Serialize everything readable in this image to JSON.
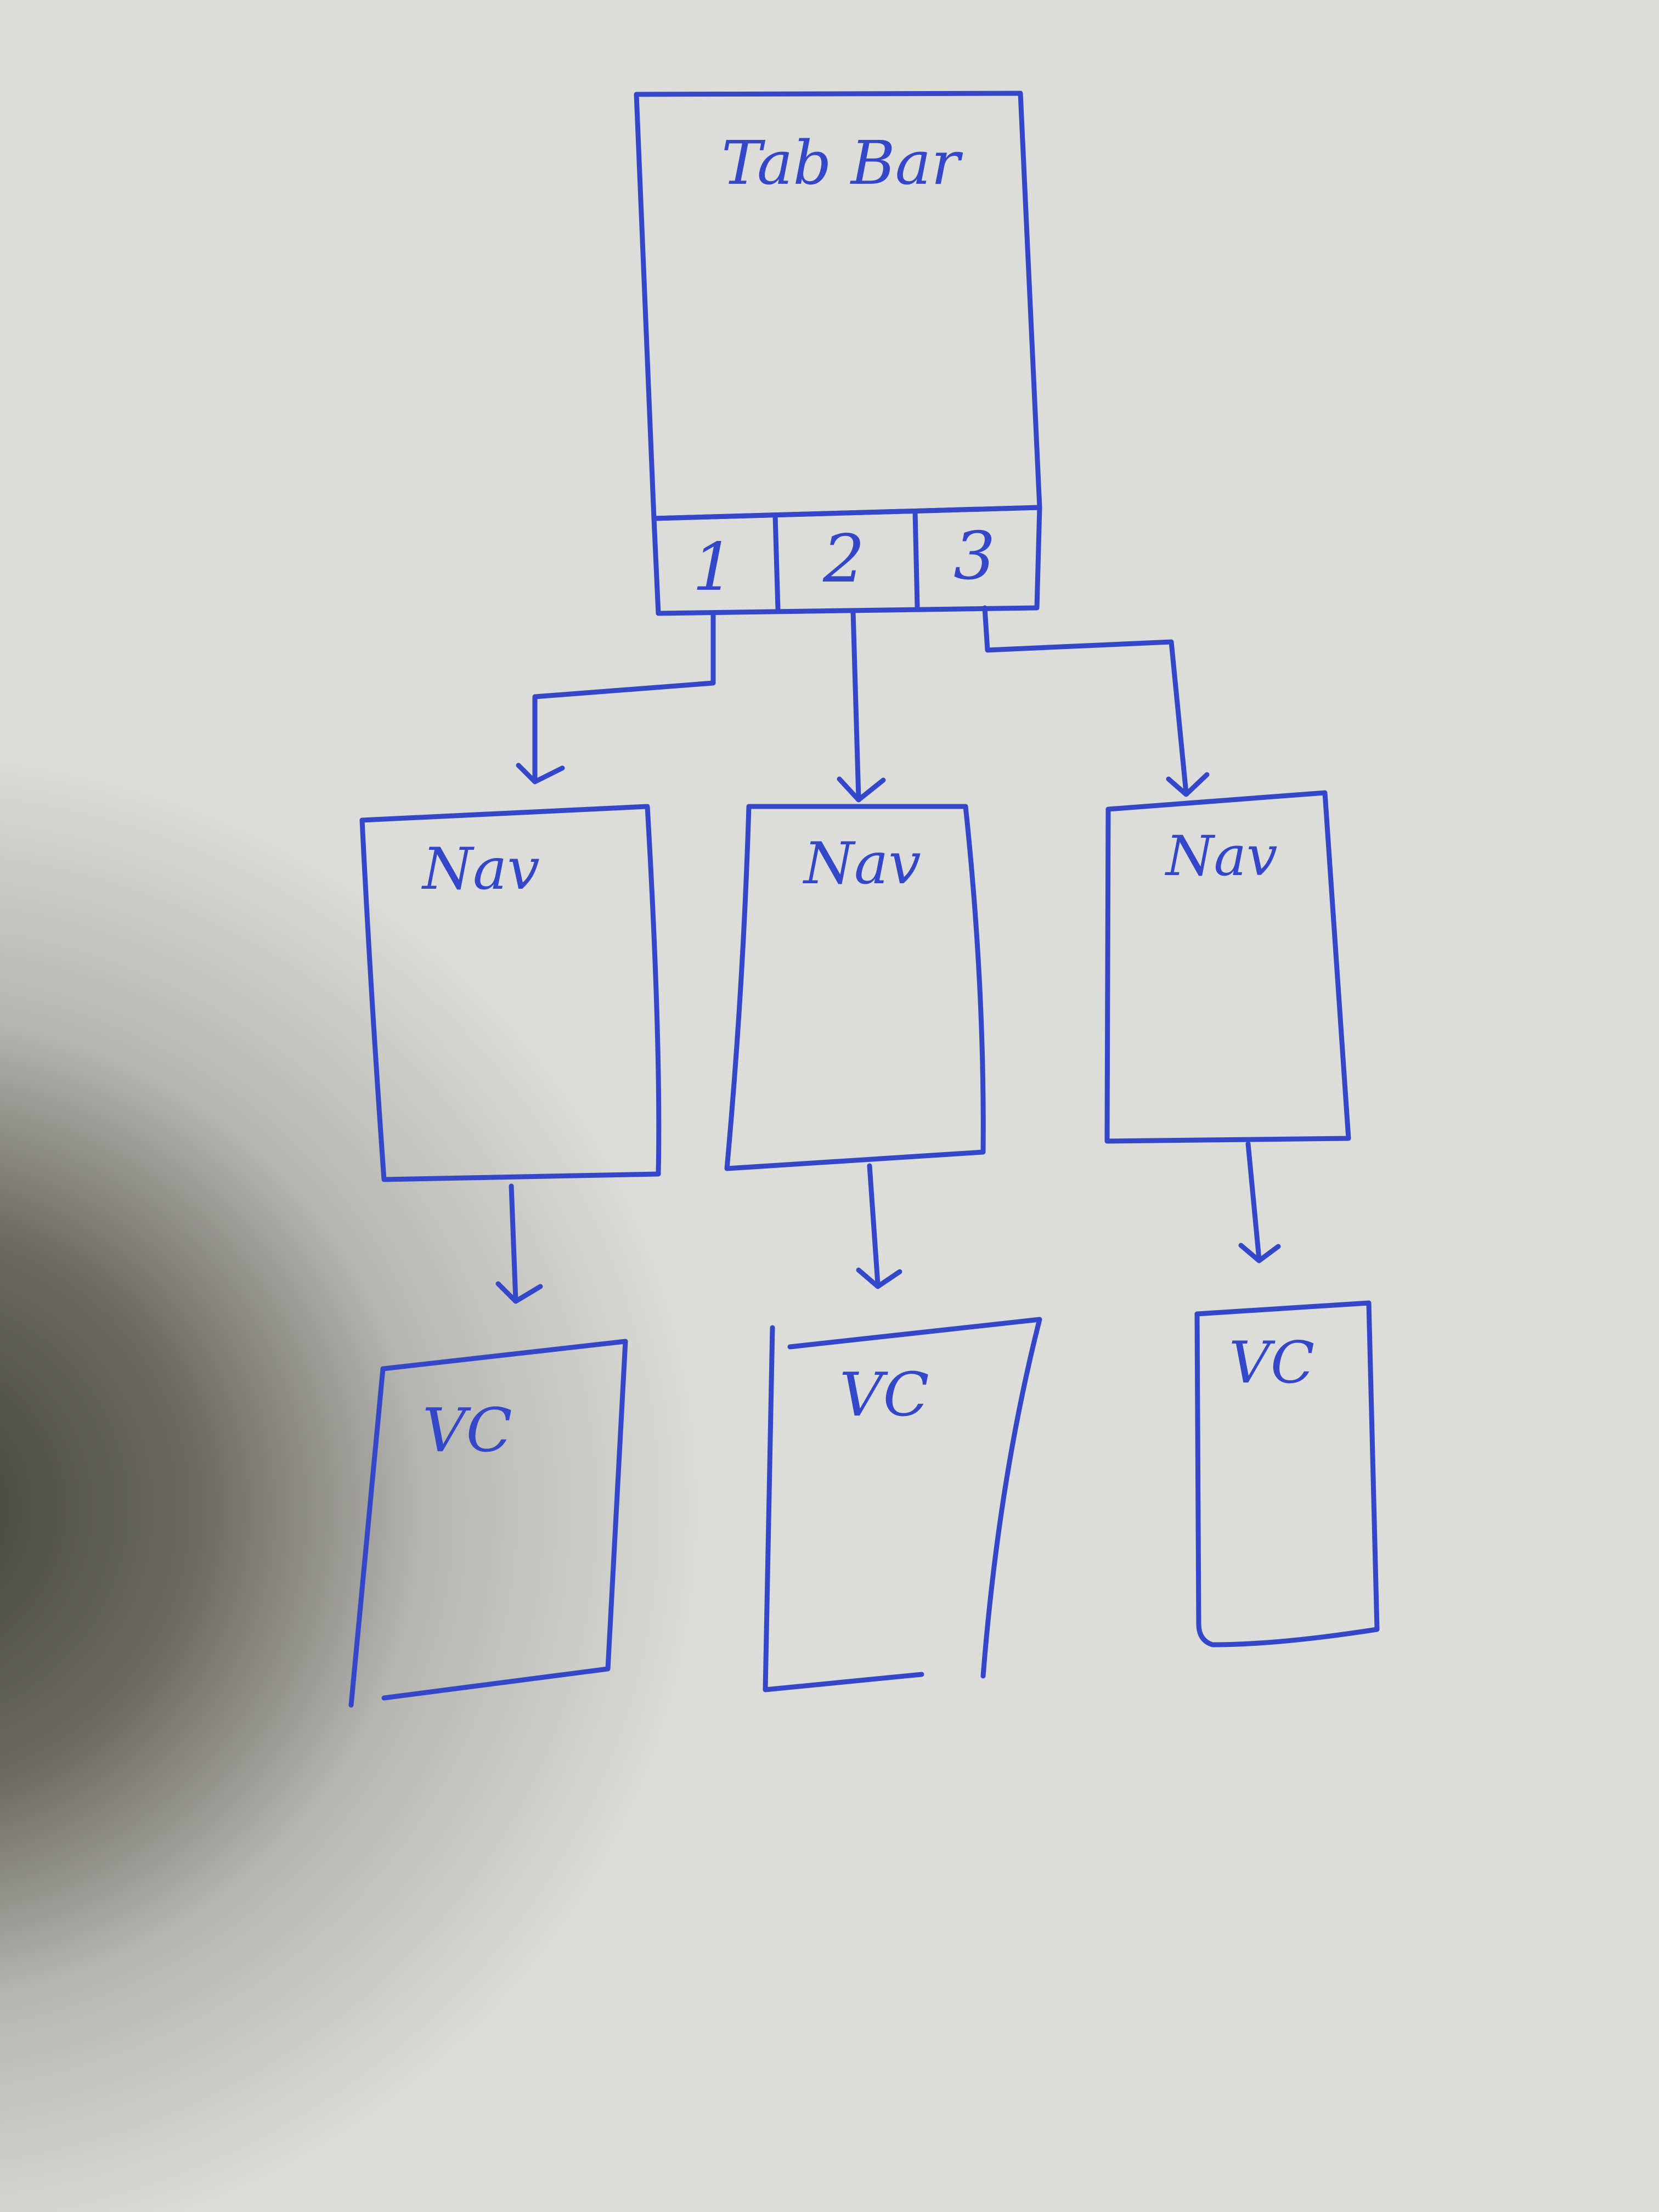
{
  "colors": {
    "ink": "#3347c8",
    "paper": "#dcdcda"
  },
  "diagram": {
    "root": {
      "label": "Tab Bar",
      "tabs": [
        "1",
        "2",
        "3"
      ]
    },
    "nav_boxes": [
      {
        "label": "Nav"
      },
      {
        "label": "Nav"
      },
      {
        "label": "Nav"
      }
    ],
    "vc_boxes": [
      {
        "label": "VC"
      },
      {
        "label": "VC"
      },
      {
        "label": "VC"
      }
    ],
    "edges": [
      {
        "from": "tab-1",
        "to": "nav-1"
      },
      {
        "from": "tab-2",
        "to": "nav-2"
      },
      {
        "from": "tab-3",
        "to": "nav-3"
      },
      {
        "from": "nav-1",
        "to": "vc-1"
      },
      {
        "from": "nav-2",
        "to": "vc-2"
      },
      {
        "from": "nav-3",
        "to": "vc-3"
      }
    ]
  }
}
